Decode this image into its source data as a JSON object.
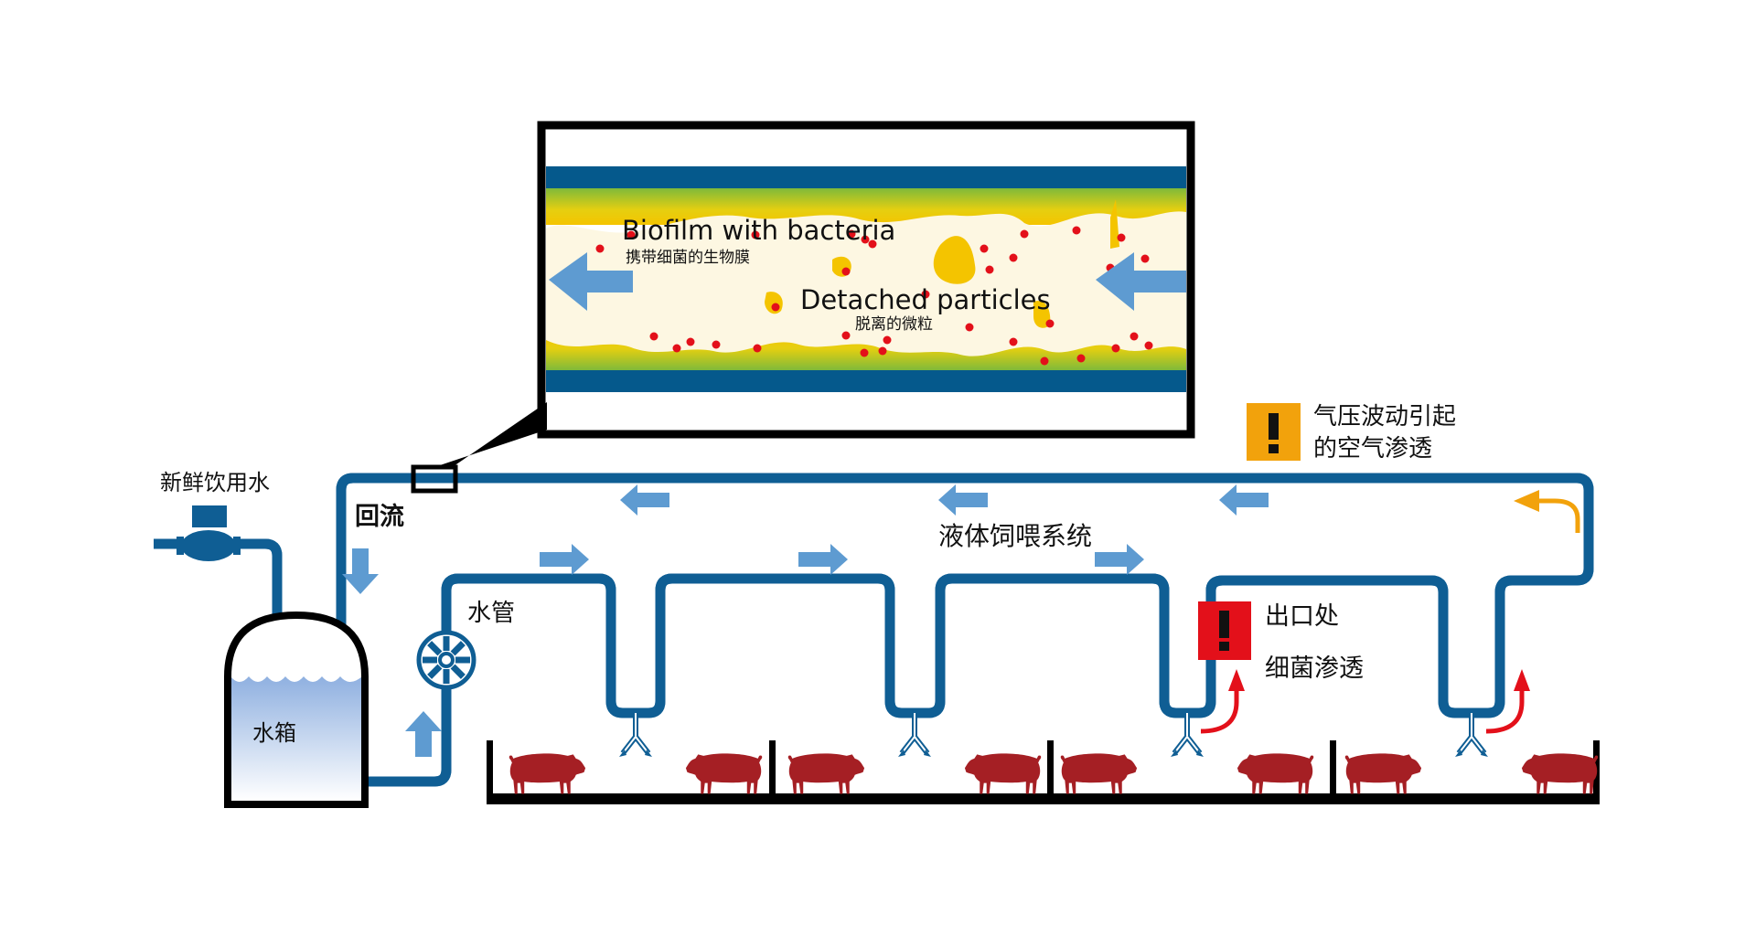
{
  "title": "液体饲喂系统",
  "labels": {
    "fresh_water": "新鲜饮用水",
    "return_flow": "回流",
    "water_pipe": "水管",
    "water_tank": "水箱",
    "system": "液体饲喂系统",
    "outlet_line1": "出口处",
    "outlet_line2": "细菌渗透",
    "air_line1": "气压波动引起",
    "air_line2": "的空气渗透"
  },
  "inset": {
    "biofilm_en": "Biofilm with bacteria",
    "biofilm_zh": "携带细菌的生物膜",
    "particles_en": "Detached particles",
    "particles_zh": "脱离的微粒"
  },
  "warnings": [
    {
      "type": "air-infiltration",
      "glyph": "!",
      "color": "#f2a20c"
    },
    {
      "type": "bacteria-infiltration",
      "glyph": "!",
      "color": "#e3101a"
    }
  ],
  "colors": {
    "pipe": "#0f5e94",
    "flow_arrow": "#5e9bd1",
    "pig": "#a51f24",
    "bacteria": "#e3101a",
    "biofilm": "#f4c400",
    "air_arrow": "#f2a20c"
  },
  "pens": 4,
  "pigs_per_pen": 2
}
